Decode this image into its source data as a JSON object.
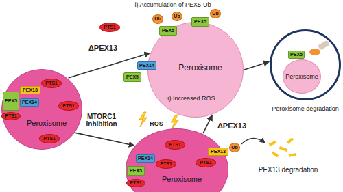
{
  "diagram": {
    "nodes": [
      {
        "text": [
          "Peroxisome"
        ]
      },
      {
        "text": [
          "PTS1"
        ],
        "in": 0
      },
      {
        "text": [
          "PTS1"
        ],
        "in": 0
      },
      {
        "text": [
          "PTS1"
        ],
        "in": 0
      },
      {
        "text": [
          "PEX13"
        ]
      },
      {
        "text": [
          "PEX5"
        ]
      },
      {
        "text": [
          "PEX14"
        ]
      },
      {
        "text": [
          "PTS1"
        ]
      },
      {
        "text": [
          "PTS1"
        ]
      },
      {
        "text": [
          "Peroxisome"
        ]
      },
      {
        "text": [
          "Ub"
        ]
      },
      {
        "text": [
          "Ub"
        ]
      },
      {
        "text": [
          "PEX5"
        ]
      },
      {
        "text": [
          "Ub"
        ]
      },
      {
        "text": [
          "PEX5"
        ]
      },
      {
        "text": [
          "PEX14"
        ]
      },
      {
        "text": [
          "PEX5"
        ]
      },
      {
        "text": [
          "Peroxisome"
        ]
      },
      {
        "text": [
          "PTS1"
        ],
        "in": 17
      },
      {
        "text": [
          "PTS1"
        ],
        "in": 17
      },
      {
        "text": [
          "PTS1"
        ],
        "in": 17
      },
      {
        "text": [
          "PEX14"
        ]
      },
      {
        "text": [
          "PEX5"
        ]
      },
      {
        "text": [
          "PTS1"
        ]
      },
      {
        "text": [
          "PEX13"
        ]
      },
      {
        "text": [
          "Ub"
        ]
      },
      {
        "text": [
          "Peroxisome degradation"
        ]
      },
      {
        "text": [
          "Peroxisome"
        ],
        "in": 26
      },
      {
        "text": [
          "PEX5"
        ],
        "in": 26
      }
    ],
    "edges": [
      {
        "from": 0,
        "to": 9,
        "arrow": "to"
      },
      {
        "from": 0,
        "to": 17,
        "arrow": "to"
      },
      {
        "from": 17,
        "to": 9,
        "arrow": "to"
      },
      {
        "from": 9,
        "to": 26,
        "arrow": "to"
      }
    ],
    "labels": [
      "i) Accumulation of PEX5-Ub",
      "ΔPEX13",
      "MTORC1 inhibition",
      "ii) Increased ROS",
      "ROS",
      "ΔPEX13",
      "PEX13 degradation"
    ]
  }
}
